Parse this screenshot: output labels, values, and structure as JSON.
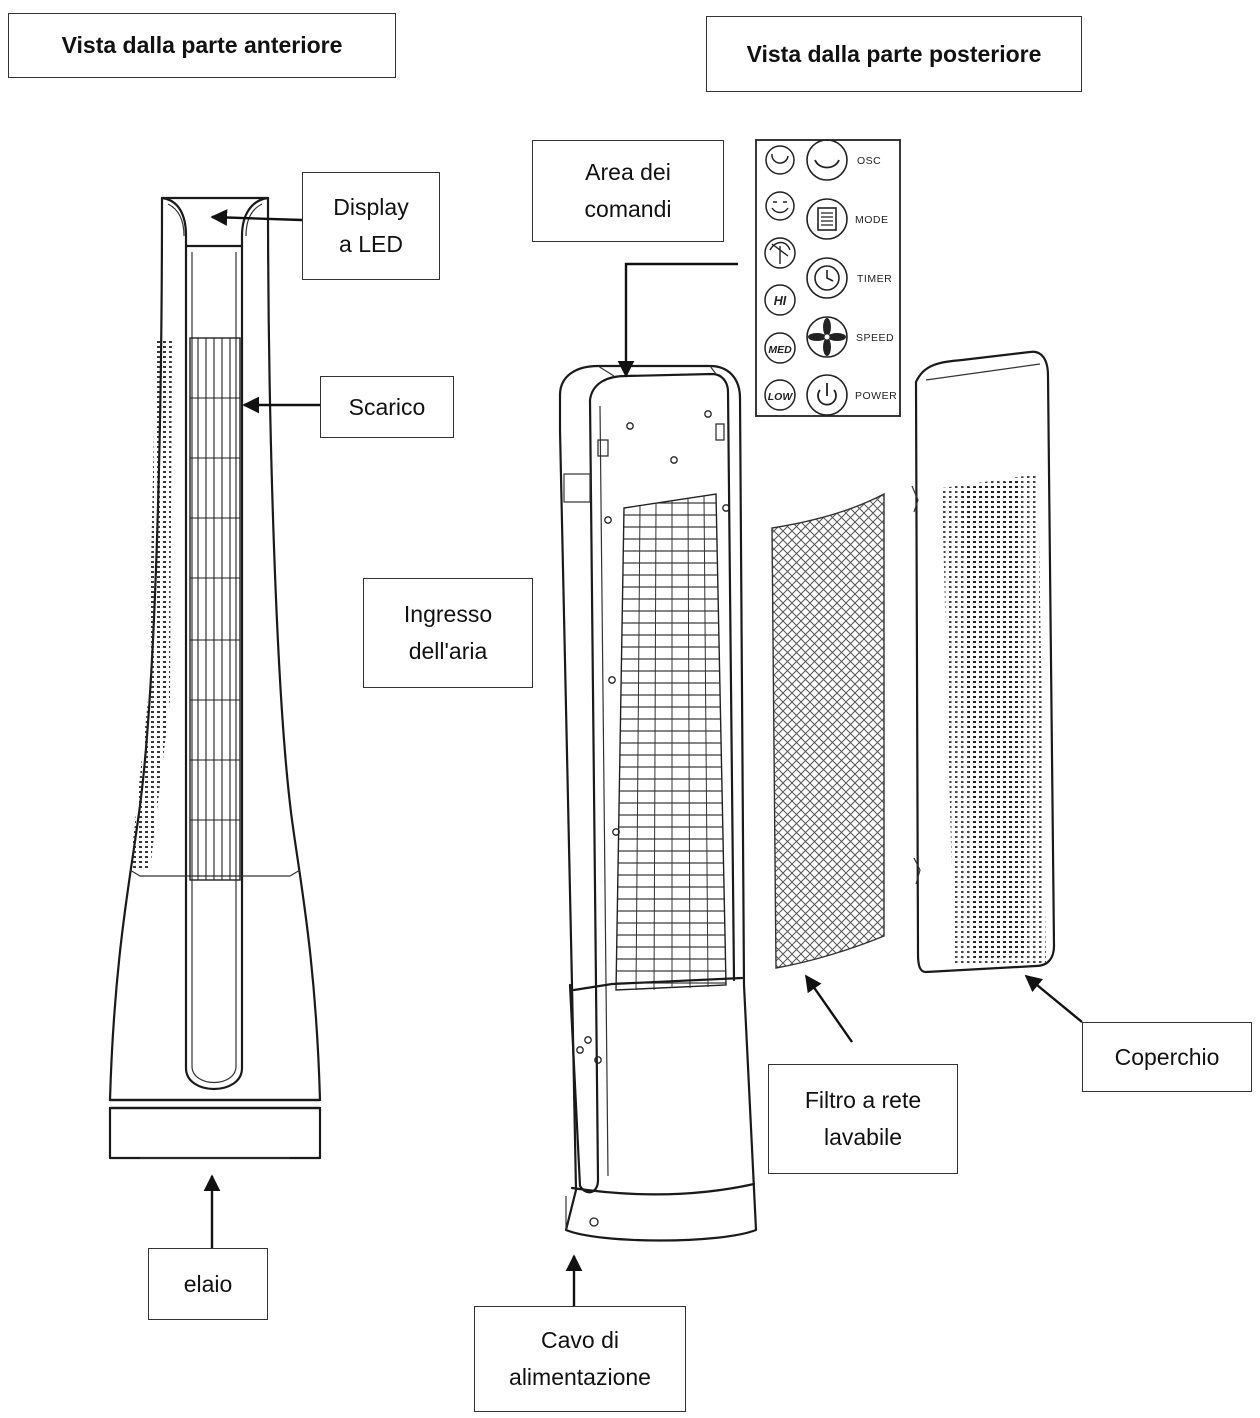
{
  "headers": {
    "front": "Vista dalla parte anteriore",
    "back": "Vista dalla parte posteriore"
  },
  "labels": {
    "display_l1": "Display",
    "display_l2": "a LED",
    "outlet": "Scarico",
    "controls_l1": "Area dei",
    "controls_l2": "comandi",
    "inlet_l1": "Ingresso",
    "inlet_l2": "dell'aria",
    "base": "elaio",
    "cable_l1": "Cavo di",
    "cable_l2": "alimentazione",
    "filter_l1": "Filtro a rete",
    "filter_l2": "lavabile",
    "cover": "Coperchio"
  },
  "control_panel": {
    "labels": [
      "OSC",
      "MODE",
      "TIMER",
      "SPEED",
      "POWER"
    ],
    "speed_buttons": [
      "HI",
      "MED",
      "LOW"
    ],
    "icons": [
      "swing-icon",
      "oscillate-icon",
      "sleep-mode-icon",
      "mode-icon",
      "natural-wind-icon",
      "timer-icon",
      "fan-icon",
      "power-icon"
    ]
  }
}
